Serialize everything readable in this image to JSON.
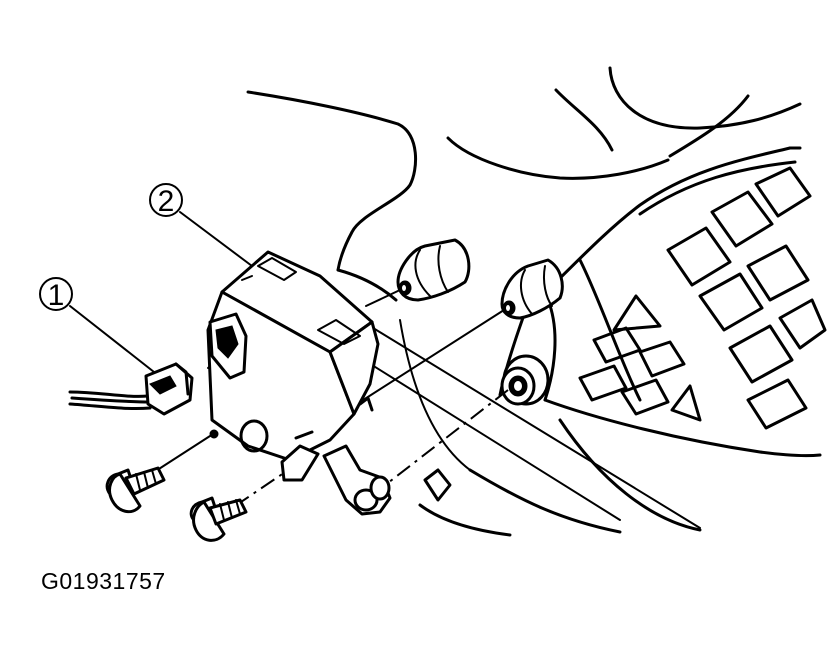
{
  "callouts": [
    {
      "label": "1"
    },
    {
      "label": "2"
    }
  ],
  "figure_code": "G01931757"
}
